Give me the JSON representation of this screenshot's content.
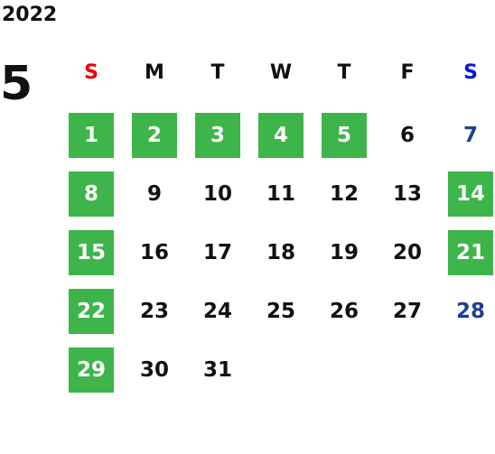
{
  "calendar": {
    "year": "2022",
    "month": "5",
    "weekdays": [
      {
        "label": "S",
        "color": "#e8000b"
      },
      {
        "label": "M",
        "color": "#111111"
      },
      {
        "label": "T",
        "color": "#111111"
      },
      {
        "label": "W",
        "color": "#111111"
      },
      {
        "label": "T",
        "color": "#111111"
      },
      {
        "label": "F",
        "color": "#111111"
      },
      {
        "label": "S",
        "color": "#0a16d8"
      }
    ],
    "holiday_color": "#3db54a",
    "saturday_color": "#1f3f8f",
    "weeks": [
      [
        {
          "label": "1",
          "holiday": true,
          "saturday": false
        },
        {
          "label": "2",
          "holiday": true,
          "saturday": false
        },
        {
          "label": "3",
          "holiday": true,
          "saturday": false
        },
        {
          "label": "4",
          "holiday": true,
          "saturday": false
        },
        {
          "label": "5",
          "holiday": true,
          "saturday": false
        },
        {
          "label": "6",
          "holiday": false,
          "saturday": false
        },
        {
          "label": "7",
          "holiday": false,
          "saturday": true
        }
      ],
      [
        {
          "label": "8",
          "holiday": true,
          "saturday": false
        },
        {
          "label": "9",
          "holiday": false,
          "saturday": false
        },
        {
          "label": "10",
          "holiday": false,
          "saturday": false
        },
        {
          "label": "11",
          "holiday": false,
          "saturday": false
        },
        {
          "label": "12",
          "holiday": false,
          "saturday": false
        },
        {
          "label": "13",
          "holiday": false,
          "saturday": false
        },
        {
          "label": "14",
          "holiday": true,
          "saturday": true
        }
      ],
      [
        {
          "label": "15",
          "holiday": true,
          "saturday": false
        },
        {
          "label": "16",
          "holiday": false,
          "saturday": false
        },
        {
          "label": "17",
          "holiday": false,
          "saturday": false
        },
        {
          "label": "18",
          "holiday": false,
          "saturday": false
        },
        {
          "label": "19",
          "holiday": false,
          "saturday": false
        },
        {
          "label": "20",
          "holiday": false,
          "saturday": false
        },
        {
          "label": "21",
          "holiday": true,
          "saturday": true
        }
      ],
      [
        {
          "label": "22",
          "holiday": true,
          "saturday": false
        },
        {
          "label": "23",
          "holiday": false,
          "saturday": false
        },
        {
          "label": "24",
          "holiday": false,
          "saturday": false
        },
        {
          "label": "25",
          "holiday": false,
          "saturday": false
        },
        {
          "label": "26",
          "holiday": false,
          "saturday": false
        },
        {
          "label": "27",
          "holiday": false,
          "saturday": false
        },
        {
          "label": "28",
          "holiday": false,
          "saturday": true
        }
      ],
      [
        {
          "label": "29",
          "holiday": true,
          "saturday": false
        },
        {
          "label": "30",
          "holiday": false,
          "saturday": false
        },
        {
          "label": "31",
          "holiday": false,
          "saturday": false
        },
        {
          "label": "",
          "holiday": false,
          "saturday": false
        },
        {
          "label": "",
          "holiday": false,
          "saturday": false
        },
        {
          "label": "",
          "holiday": false,
          "saturday": false
        },
        {
          "label": "",
          "holiday": false,
          "saturday": false
        }
      ]
    ]
  }
}
